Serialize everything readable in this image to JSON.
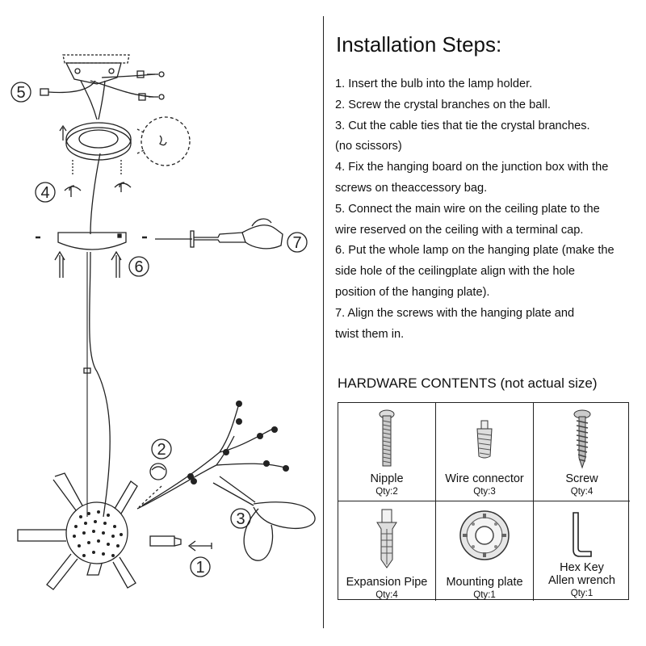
{
  "diagram": {
    "labels": [
      "1",
      "2",
      "3",
      "4",
      "5",
      "6",
      "7"
    ]
  },
  "instructions": {
    "title": "Installation Steps:",
    "lines": [
      "1. Insert the bulb into the lamp holder.",
      "2. Screw the crystal branches on the ball.",
      "3. Cut the cable ties that tie the crystal branches.",
      "(no scissors)",
      "4. Fix the hanging board on the junction box with the",
      "screws on theaccessory bag.",
      "5. Connect the main wire on the ceiling plate to the",
      "wire reserved on the ceiling with a terminal cap.",
      "6. Put the whole lamp on the hanging plate (make the",
      "side hole of the ceilingplate align with the hole",
      "position of the hanging plate).",
      "7. Align the screws with the hanging plate and",
      "twist them in."
    ]
  },
  "hardware": {
    "title": "HARDWARE CONTENTS (not actual size)",
    "items": [
      {
        "name": "Nipple",
        "qty": "Qty:2",
        "icon": "nipple-icon"
      },
      {
        "name": "Wire connector",
        "qty": "Qty:3",
        "icon": "wire-connector-icon"
      },
      {
        "name": "Screw",
        "qty": "Qty:4",
        "icon": "screw-icon"
      },
      {
        "name": "Expansion Pipe",
        "qty": "Qty:4",
        "icon": "expansion-pipe-icon"
      },
      {
        "name": "Mounting plate",
        "qty": "Qty:1",
        "icon": "mounting-plate-icon"
      },
      {
        "name_line1": "Hex Key",
        "name_line2": "Allen wrench",
        "qty": "Qty:1",
        "icon": "hex-key-icon"
      }
    ]
  }
}
